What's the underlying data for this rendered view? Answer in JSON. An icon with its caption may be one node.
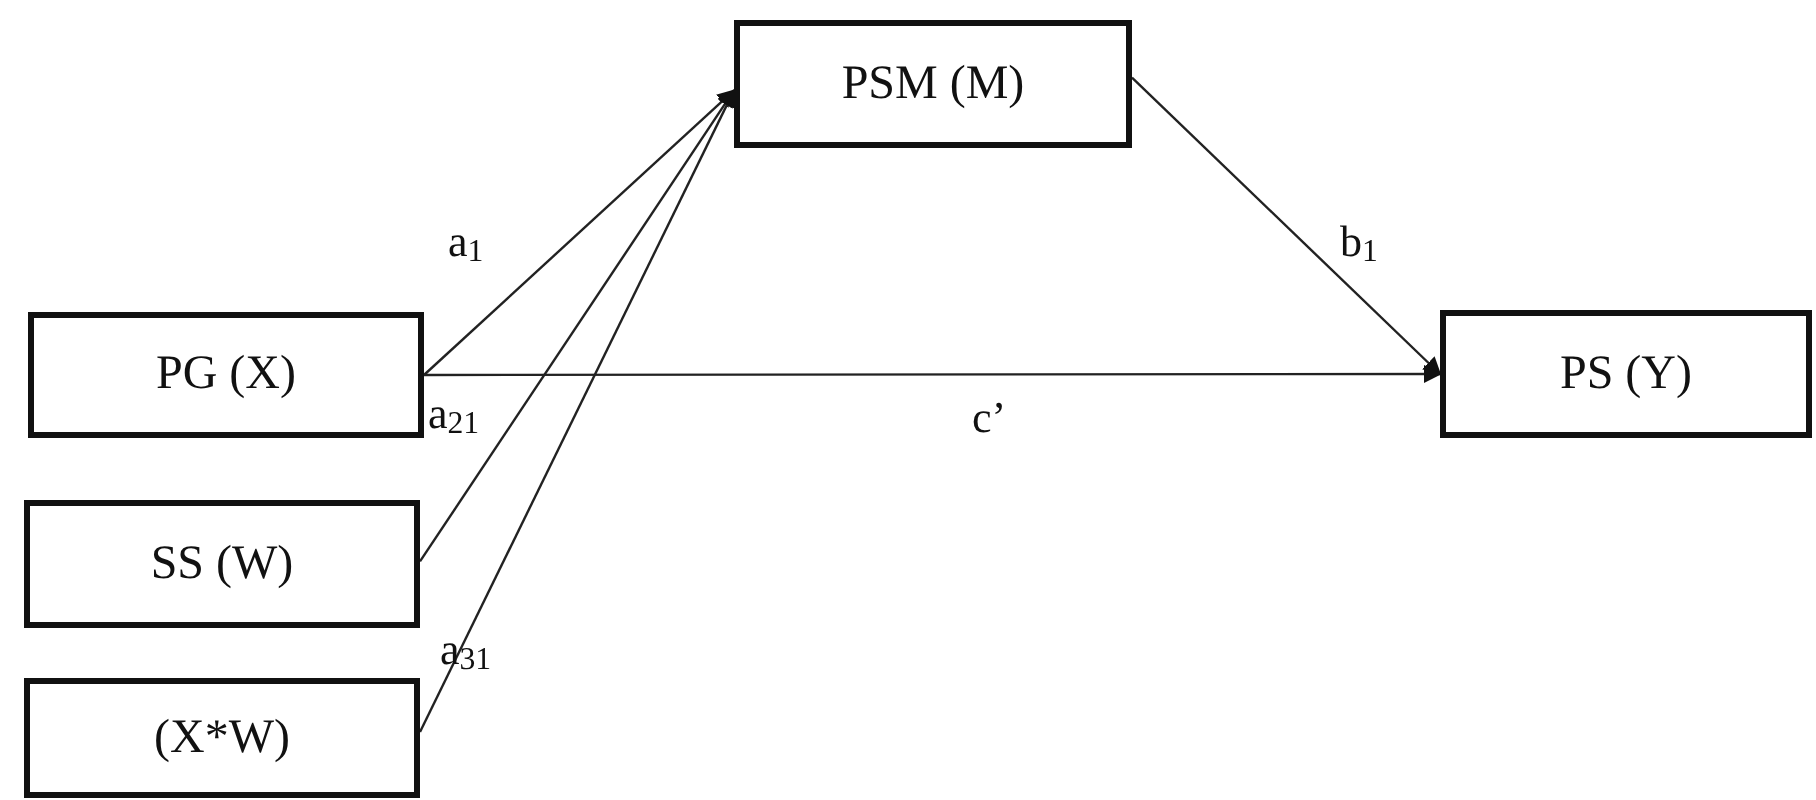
{
  "diagram": {
    "nodes": [
      {
        "text": [
          "PSM (M)"
        ]
      },
      {
        "text": [
          "PG (X)"
        ]
      },
      {
        "text": [
          "PS (Y)"
        ]
      },
      {
        "text": [
          "SS (W)"
        ]
      },
      {
        "text": [
          "(X*W)"
        ]
      }
    ],
    "edges": [
      {
        "from": 1,
        "to": 0,
        "arrow": "to",
        "label": "a$_{1}$"
      },
      {
        "from": 3,
        "to": 0,
        "arrow": "to",
        "label": "a$_{21}$"
      },
      {
        "from": 4,
        "to": 0,
        "arrow": "to",
        "label": "a$_{31}$"
      },
      {
        "from": 0,
        "to": 2,
        "arrow": "to",
        "label": "b$_{1}$"
      },
      {
        "from": 1,
        "to": 2,
        "arrow": "to",
        "label": "c’"
      }
    ]
  }
}
